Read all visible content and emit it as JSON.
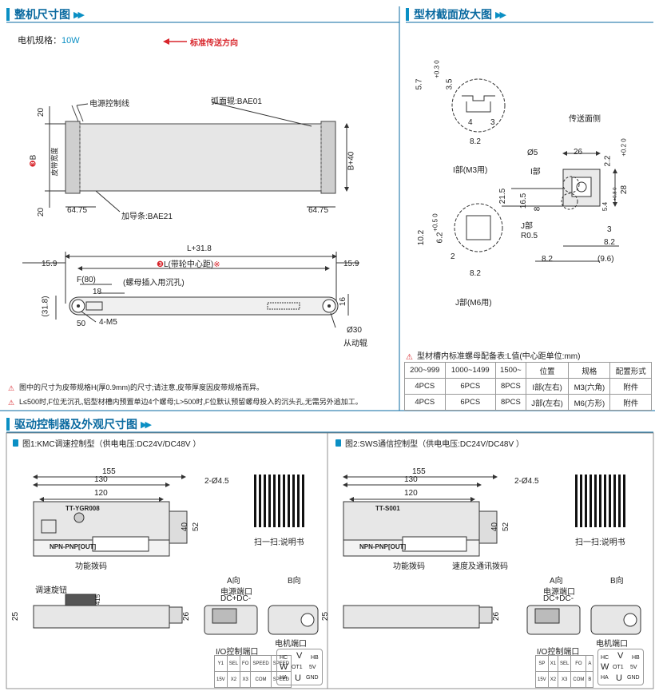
{
  "section1": {
    "title": "整机尺寸图",
    "motor_spec_label": "电机规格：",
    "motor_spec_value": "10W",
    "direction": "标准传送方向",
    "labels": {
      "power_cable": "电源控制线",
      "roller": "弧面辊:BAE01",
      "guide": "加导条:BAE21",
      "belt_width_a": "B",
      "belt_width_b": "皮带宽度",
      "b_plus": "B+40",
      "dim20a": "20",
      "dim20b": "20",
      "dim6475a": "64.75",
      "dim6475b": "64.75",
      "l318": "L+31.8",
      "l_center": "L(带轮中心距)",
      "l_center_mark": "※",
      "dim159a": "15.9",
      "dim159b": "15.9",
      "f80": "F(80)",
      "nut_hole": "(螺母插入用沉孔)",
      "dim18": "18",
      "dim318": "(31.8)",
      "dim16": "16",
      "dim50": "50",
      "m5": "4-M5",
      "d30": "Ø30",
      "drive_roller": "从动辊",
      "circle3": "❸"
    },
    "notes": [
      "图中的尺寸为皮带规格H(厚0.9mm)的尺寸;请注意,皮带厚度因皮带规格而异。",
      "L≤500时,F位无沉孔,铝型材槽内预置单边4个螺母;L>500时,F位默认预留螺母投入的沉头孔,无需另外追加工。"
    ]
  },
  "section2": {
    "title": "型材截面放大图",
    "labels": {
      "d57": "5.7",
      "d57tol": "+0.3 0",
      "d35": "3.5",
      "d4": "4",
      "d3a": "3",
      "d82a": "8.2",
      "i_part": "I部(M3用)",
      "conveying_side": "传送面侧",
      "d5": "Ø5",
      "d26": "26",
      "d22": "2.2",
      "d22tol": "+0.2 0",
      "i_mark": "I部",
      "d215": "21.5",
      "d165": "16.5",
      "d8": "8",
      "d28": "28",
      "d54": "5.4",
      "d54tol": "+0.8 0",
      "j_mark": "J部",
      "r05": "R0.5",
      "d3b": "3",
      "d82b": "8.2",
      "d82c": "8.2",
      "d96": "(9.6)",
      "d102": "10.2",
      "d102tol": "+0.5 0",
      "d62": "6.2",
      "d2": "2",
      "d82d": "8.2",
      "j_part": "J部(M6用)"
    },
    "table_caption": "型材槽内标准螺母配备表:L值(中心距单位:mm)",
    "table_header": [
      "200~999",
      "1000~1499",
      "1500~",
      "位置",
      "规格",
      "配置形式"
    ],
    "table_rows": [
      [
        "4PCS",
        "6PCS",
        "8PCS",
        "I部(左右)",
        "M3(六角)",
        "附件"
      ],
      [
        "4PCS",
        "6PCS",
        "8PCS",
        "J部(左右)",
        "M6(方形)",
        "附件"
      ]
    ]
  },
  "section3": {
    "title": "驱动控制器及外观尺寸图",
    "fig1": {
      "title": "图1:KMC调速控制型（供电电压:DC24V/DC48V ）",
      "d155": "155",
      "d130": "130",
      "d120": "120",
      "holes": "2-Ø4.5",
      "d40": "40",
      "d52": "52",
      "d25": "25",
      "d26": "26",
      "d415": "415",
      "model": "TT-YGR008",
      "npn": "NPN-PNP[OUT]",
      "dip": "功能拨码",
      "knob": "调速旋钮",
      "a_dir": "A向",
      "b_dir": "B向",
      "power_port": "电源端口",
      "dc": "DC+DC-",
      "motor_port": "电机端口",
      "io_port": "I/O控制端口",
      "scan": "扫一扫:说明书",
      "io_row1": [
        "Y1",
        "SEL",
        "FO",
        "SPEED",
        "SPEED"
      ],
      "io_row2": [
        "15V",
        "X2",
        "X3",
        "COM",
        "SPEED"
      ]
    },
    "fig2": {
      "title": "图2:SWS通信控制型（供电电压:DC24V/DC48V ）",
      "d155": "155",
      "d130": "130",
      "d120": "120",
      "holes": "2-Ø4.5",
      "d40": "40",
      "d52": "52",
      "d25": "25",
      "d26": "26",
      "model": "TT-S001",
      "npn": "NPN-PNP[OUT]",
      "dip": "功能拨码",
      "dip2": "速度及通讯拨码",
      "a_dir": "A向",
      "b_dir": "B向",
      "power_port": "电源端口",
      "dc": "DC+DC-",
      "motor_port": "电机端口",
      "io_port": "I/O控制端口",
      "scan": "扫一扫:说明书",
      "io_row1": [
        "SP",
        "X1",
        "SEL",
        "FO",
        "A"
      ],
      "io_row2": [
        "15V",
        "X2",
        "X3",
        "COM",
        "B"
      ]
    },
    "motor_pins": {
      "top": "V",
      "hc": "HC",
      "hb": "HB",
      "w": "W",
      "ot1": "OT1",
      "v5": "5V",
      "ha": "HA",
      "u": "U",
      "gnd": "GND"
    }
  },
  "colors": {
    "accent": "#0a8fc4",
    "heading": "#0a6aa0",
    "red": "#d8262c",
    "belt": "#e4e4e4"
  }
}
